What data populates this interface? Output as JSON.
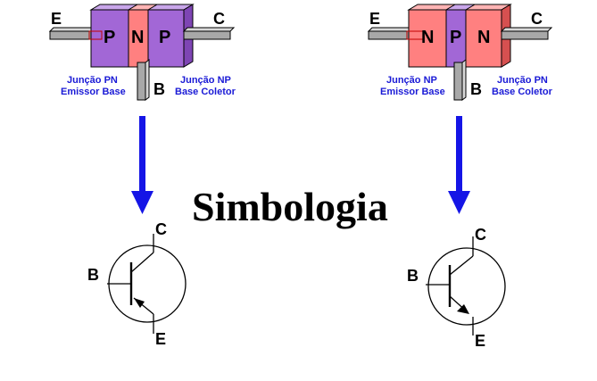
{
  "title": "Simbologia",
  "colors": {
    "p_region": "#a267d6",
    "n_region": "#ff8080",
    "arrow": "#1515e6",
    "terminal": "#aaaaaa",
    "junction_text": "#1a1ad6"
  },
  "pnp": {
    "terminal_e": "E",
    "terminal_c": "C",
    "terminal_b": "B",
    "region_left": "P",
    "region_mid": "N",
    "region_right": "P",
    "junction_left_line1": "Junção PN",
    "junction_left_line2": "Emissor Base",
    "junction_right_line1": "Junção NP",
    "junction_right_line2": "Base Coletor"
  },
  "npn": {
    "terminal_e": "E",
    "terminal_c": "C",
    "terminal_b": "B",
    "region_left": "N",
    "region_mid": "P",
    "region_right": "N",
    "junction_left_line1": "Junção NP",
    "junction_left_line2": "Emissor Base",
    "junction_right_line1": "Junção PN",
    "junction_right_line2": "Base Coletor"
  },
  "symbol_pnp": {
    "label_c": "C",
    "label_b": "B",
    "label_e": "E"
  },
  "symbol_npn": {
    "label_c": "C",
    "label_b": "B",
    "label_e": "E"
  }
}
